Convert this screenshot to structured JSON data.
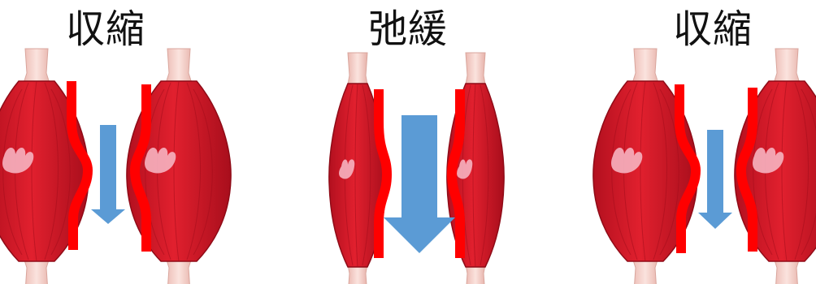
{
  "panels": [
    {
      "label": "収縮",
      "state": "contracted"
    },
    {
      "label": "弛緩",
      "state": "relaxed"
    },
    {
      "label": "収縮",
      "state": "contracted"
    }
  ],
  "colors": {
    "muscle": "#d8182a",
    "muscle_dark": "#a50d1c",
    "muscle_highlight": "#f4a6b4",
    "tendon": "#f3c9c2",
    "vessel_wall": "#ff0000",
    "arrow": "#5b9bd5",
    "label_text": "#111111"
  },
  "icons": {
    "muscle": "muscle-icon",
    "arrow": "down-arrow-icon",
    "wall": "vessel-wall-icon"
  }
}
